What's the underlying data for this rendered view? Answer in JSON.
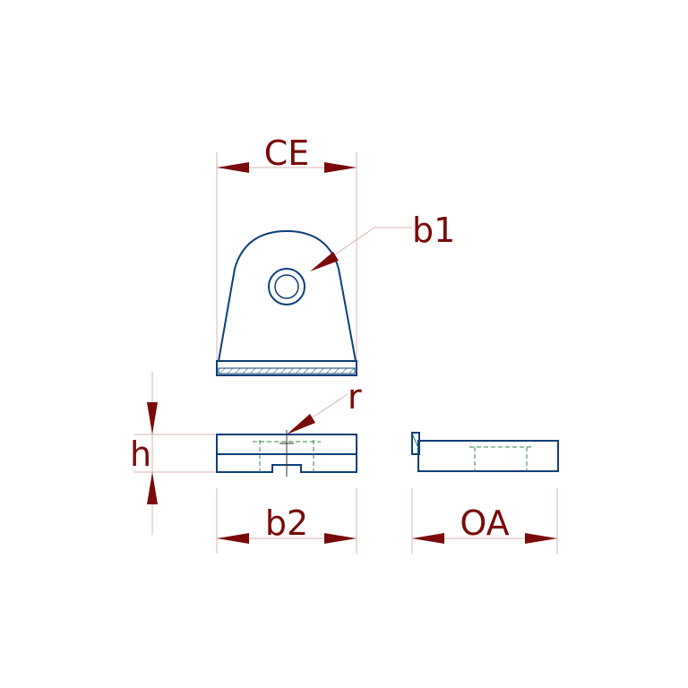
{
  "dimensions": {
    "ce": "CE",
    "b1": "b1",
    "r": "r",
    "h": "h",
    "b2": "b2",
    "oa": "OA"
  },
  "colors": {
    "outline": "#0d3f7a",
    "dimension_text": "#7a0a0a",
    "extension_line": "#d9b3b3",
    "hatch": "#2a7a5a",
    "hidden_line": "#2a8a4a"
  }
}
